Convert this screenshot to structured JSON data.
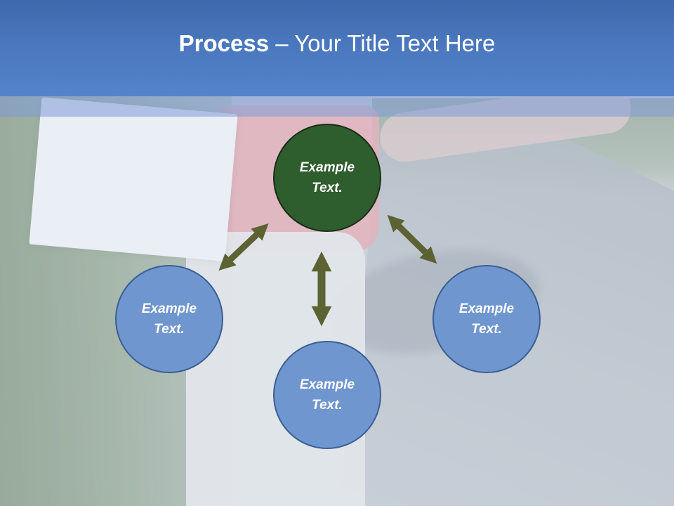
{
  "slide": {
    "title_bold": "Process",
    "title_dash": " – ",
    "title_rest": "Your Title Text Here"
  },
  "diagram": {
    "nodes": [
      {
        "id": "top",
        "label": "Example Text."
      },
      {
        "id": "left",
        "label": "Example Text."
      },
      {
        "id": "right",
        "label": "Example Text."
      },
      {
        "id": "bottom",
        "label": "Example Text."
      }
    ],
    "colors": {
      "center_fill": "#2f5e2e",
      "node_fill": "#7096cf",
      "arrow": "#5d6233",
      "header": "#4d7bc2"
    }
  }
}
